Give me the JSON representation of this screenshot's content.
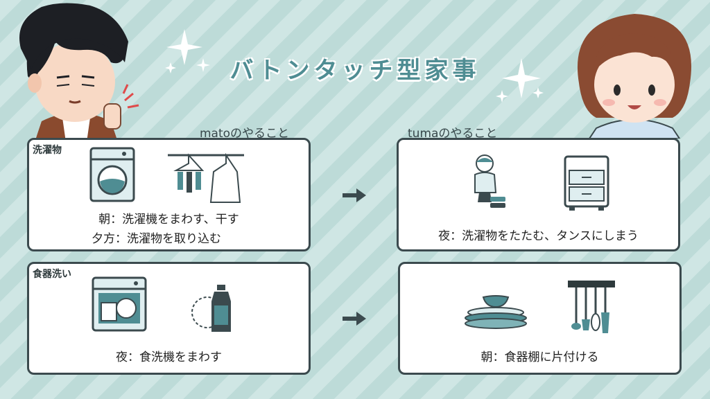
{
  "title": "バトンタッチ型家事",
  "owners": {
    "left": "matoのやること",
    "right": "tumaのやること"
  },
  "rows": [
    {
      "category": "洗濯物",
      "left_lines": [
        "朝：洗濯機をまわす、干す",
        "夕方：洗濯物を取り込む"
      ],
      "right_lines": [
        "夜：洗濯物をたたむ、タンスにしまう"
      ]
    },
    {
      "category": "食器洗い",
      "left_lines": [
        "夜：食洗機をまわす"
      ],
      "right_lines": [
        "朝：食器棚に片付ける"
      ]
    }
  ],
  "colors": {
    "accent": "#4f8d93",
    "border": "#3b4a4e",
    "bg_stripe_a": "#cfe6e4",
    "bg_stripe_b": "#bddbd8"
  },
  "icons": [
    "sparkle-icon",
    "washing-machine-icon",
    "hanging-laundry-icon",
    "folding-laundry-icon",
    "drawer-chest-icon",
    "dishwasher-icon",
    "dish-soap-icon",
    "stacked-plates-icon",
    "kitchen-utensils-icon",
    "arrow-right-icon"
  ]
}
